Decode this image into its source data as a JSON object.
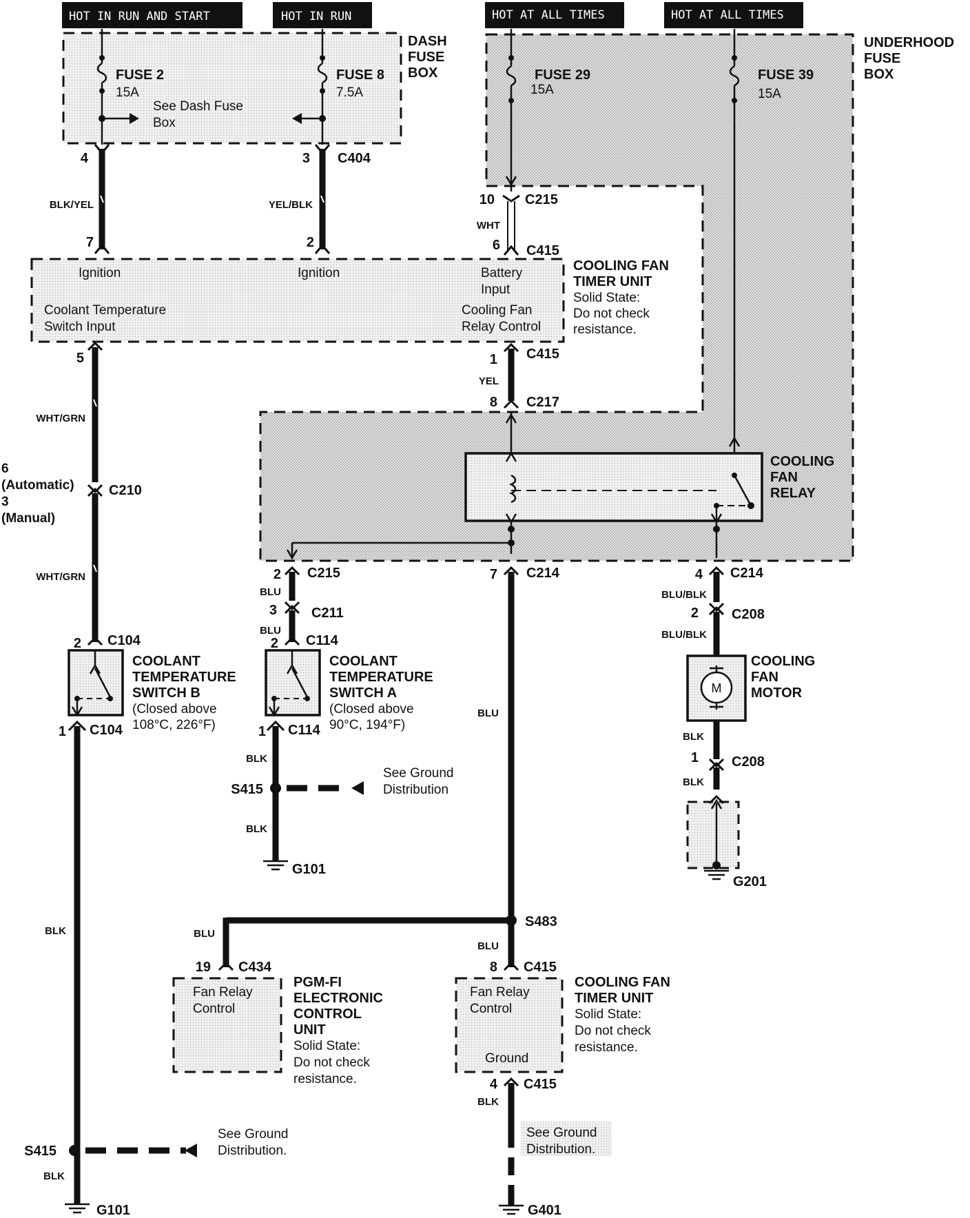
{
  "headers": {
    "hot_run_start": "HOT IN  RUN  AND  START",
    "hot_in_run": "HOT IN  RUN",
    "hot_all_times_1": "HOT  AT  ALL  TIMES",
    "hot_all_times_2": "HOT  AT  ALL  TIMES"
  },
  "dash_fuse_box": {
    "label": [
      "DASH",
      "FUSE",
      "BOX"
    ],
    "fuse2": {
      "name": "FUSE 2",
      "rating": "15A",
      "pin": "4"
    },
    "fuse8": {
      "name": "FUSE 8",
      "rating": "7.5A",
      "pin": "3"
    },
    "see_note": [
      "See Dash Fuse",
      "Box"
    ],
    "connector": "C404"
  },
  "underhood_fuse_box": {
    "label": [
      "UNDERHOOD",
      "FUSE",
      "BOX"
    ],
    "fuse29": {
      "name": "FUSE 29",
      "rating": "15A"
    },
    "fuse39": {
      "name": "FUSE 39",
      "rating": "15A"
    }
  },
  "wires": {
    "blk_yel": "BLK/YEL",
    "yel_blk": "YEL/BLK",
    "wht": "WHT",
    "wht_grn": "WHT/GRN",
    "yel": "YEL",
    "blu": "BLU",
    "blu_blk": "BLU/BLK",
    "blk": "BLK"
  },
  "connectors": {
    "c215": "C215",
    "c415": "C415",
    "c217": "C217",
    "c210": "C210",
    "c214": "C214",
    "c211": "C211",
    "c114": "C114",
    "c104": "C104",
    "c208": "C208",
    "c434": "C434"
  },
  "pins": {
    "p10": "10",
    "p6": "6",
    "p7": "7",
    "p2": "2",
    "p5": "5",
    "p1": "1",
    "p8": "8",
    "p4": "4",
    "p3": "3",
    "p19": "19"
  },
  "c210_pins": {
    "auto_pin": "6",
    "auto": "(Automatic)",
    "man_pin": "3",
    "man": "(Manual)"
  },
  "timer_unit_top": {
    "title": [
      "COOLING FAN",
      "TIMER UNIT"
    ],
    "note": [
      "Solid State:",
      "Do not check",
      "resistance."
    ],
    "ignition_left": "Ignition",
    "ignition_mid": "Ignition",
    "battery": [
      "Battery",
      "Input"
    ],
    "coolant_input": [
      "Coolant Temperature",
      "Switch Input"
    ],
    "relay_control": [
      "Cooling Fan",
      "Relay Control"
    ]
  },
  "relay": {
    "label": [
      "COOLING",
      "FAN",
      "RELAY"
    ]
  },
  "switch_b": {
    "title": [
      "COOLANT",
      "TEMPERATURE",
      "SWITCH B"
    ],
    "note": [
      "(Closed above",
      "108°C, 226°F)"
    ]
  },
  "switch_a": {
    "title": [
      "COOLANT",
      "TEMPERATURE",
      "SWITCH A"
    ],
    "note": [
      "(Closed above",
      "90°C, 194°F)"
    ]
  },
  "motor": {
    "title": [
      "COOLING",
      "FAN",
      "MOTOR"
    ],
    "symbol": "M"
  },
  "splices": {
    "s415": "S415",
    "s483": "S483"
  },
  "grounds": {
    "g101": "G101",
    "g201": "G201",
    "g401": "G401"
  },
  "see_ground": [
    "See Ground",
    "Distribution"
  ],
  "see_ground_dot": [
    "See Ground",
    "Distribution."
  ],
  "pgm_fi": {
    "title": [
      "PGM-FI",
      "ELECTRONIC",
      "CONTROL",
      "UNIT"
    ],
    "note": [
      "Solid State:",
      "Do not check",
      "resistance."
    ],
    "inner": [
      "Fan Relay",
      "Control"
    ]
  },
  "timer_unit_bottom": {
    "title": [
      "COOLING FAN",
      "TIMER UNIT"
    ],
    "note": [
      "Solid State:",
      "Do not check",
      "resistance."
    ],
    "inner": [
      "Fan Relay",
      "Control"
    ],
    "ground": "Ground"
  }
}
